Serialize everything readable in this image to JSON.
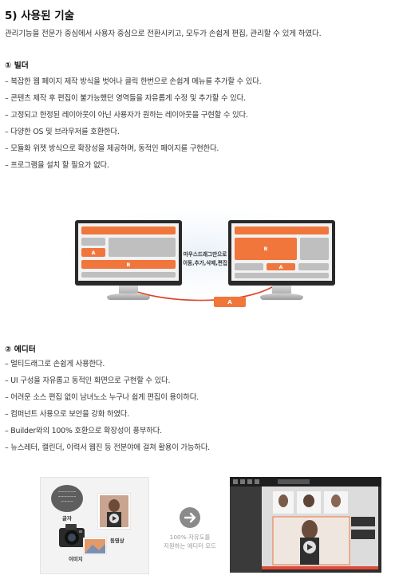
{
  "heading": "5) 사용된 기술",
  "intro": "관리기능을 전문가 중심에서 사용자 중심으로 전환시키고, 모두가 손쉽게 편집, 관리할 수 있게 하였다.",
  "builder": {
    "title": "① 빌더",
    "bullets": [
      "– 복잡한 웹 페이지 제작 방식을 벗어나 클릭 한번으로 손쉽게 메뉴를 추가할 수 있다.",
      "– 콘텐츠 제작 후 편집이 불가능했던 영역들을 자유롭게 수정 및 추가할 수 있다.",
      "– 고정되고 한정된 레이아웃이 아닌 사용자가 원하는 레이아웃을 구현할 수 있다.",
      "– 다양한 OS 및 브라우저를 호환한다.",
      "– 모듈화 위젯 방식으로 확장성을 제공하며, 동적인 페이지를 구현한다.",
      "– 프로그램을 설치 할 필요가 없다."
    ],
    "diagram": {
      "caption_line1": "마우스드래그만으로",
      "caption_line2": "이동,추가,삭제,편집",
      "block_a": "A",
      "block_b": "B",
      "accent_color": "#f0763c"
    }
  },
  "editor": {
    "title": "② 에디터",
    "bullets": [
      "– 멀티드래그로 손쉽게 사용한다.",
      "– UI 구성을 자유롭고 동적인 화면으로 구현할 수 있다.",
      "– 어려운 소스 편집 없이 남녀노소 누구나 쉽게 편집이 용이하다.",
      "– 컴퍼넌트 사용으로 보안을 강화 하였다.",
      "– Builder와의 100% 호환으로 확장성이 풍부하다.",
      "– 뉴스레터, 캘린더, 이력서 웹진 등 전분야에 걸쳐 활용이 가능하다."
    ],
    "diagram": {
      "label_text": "글자",
      "label_video": "동영상",
      "label_image": "이미지",
      "mode_line1": "100% 자유도를",
      "mode_line2": "지원하는 에디터 모드"
    }
  }
}
